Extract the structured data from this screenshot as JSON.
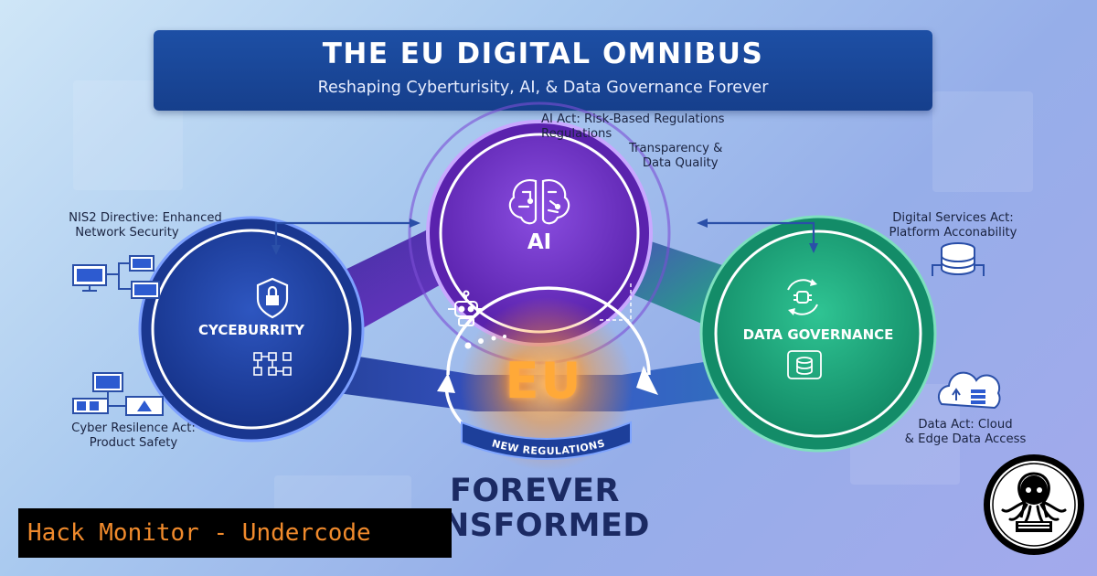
{
  "title": {
    "main": "THE EU DIGITAL OMNIBUS",
    "subtitle": "Reshaping Cyberturisity, AI, & Data Governance Forever"
  },
  "annotations": {
    "ai_act_line1": "AI Act: Risk-Based Regulations",
    "ai_act_line2": "Regulations",
    "transparency_line1": "Transparency &",
    "transparency_line2": "Data Quality",
    "nis2_line1": "NIS2 Directive: Enhanced",
    "nis2_line2": "Network Security",
    "dsa_line1": "Digital Services Act:",
    "dsa_line2": "Platform Acconability",
    "cra_line1": "Cyber Resilence Act:",
    "cra_line2": "Product Safety",
    "data_act_line1": "Data Act: Cloud",
    "data_act_line2": "& Edge Data Access"
  },
  "nodes": {
    "ai": "AI",
    "cyber": "CYCEBURRITY",
    "data": "DATA GOVERNANCE",
    "eu": "EU"
  },
  "ribbon": "NEW REGULATIONS",
  "footer": {
    "line1": "FOREVER",
    "line2": "NSFORMED"
  },
  "brand": "Hack Monitor - Undercode",
  "icons": [
    "brain-icon",
    "shield-lock-icon",
    "circuit-icon",
    "network-computers-icon",
    "robot-icon",
    "database-icon",
    "cloud-icon",
    "gear-icon",
    "server-icon",
    "devices-icon"
  ],
  "colors": {
    "banner": "#1d4fa5",
    "ai_node": "#6a2cc4",
    "cyber_node": "#1e3f9c",
    "data_node": "#18a37a",
    "eu_glow": "#ffa938",
    "footer_text": "#1b2a63",
    "brand_text": "#f08a2c"
  }
}
